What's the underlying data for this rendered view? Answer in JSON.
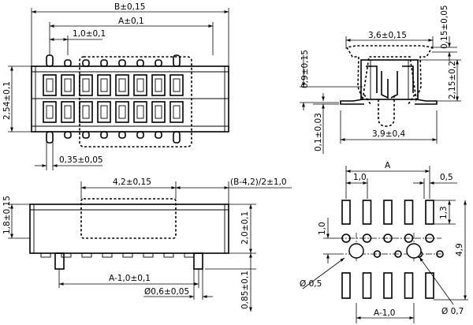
{
  "dimensions": {
    "b_width": "B±0,15",
    "a_width": "A±0,1",
    "pitch": "1,0±0,1",
    "height_254": "2,54±0,1",
    "pin_width": "0,35±0,05",
    "side_top_width": "3,6±0,15",
    "side_height_09": "0,9±0,15",
    "side_top_015": "0,15±0,05",
    "side_height_215": "2,15±0,2",
    "side_bottom_width": "3,9±0,4",
    "side_base_01": "0,1±0,03",
    "front_42": "4,2±0,15",
    "front_b42": "(B-4,2)/2±1,0",
    "front_18": "1,8±0,15",
    "front_20": "2,0±0,1",
    "front_a10": "A-1,0±0,1",
    "front_peg": "Ø0,6±0,05",
    "front_085": "0,85±0,1"
  },
  "footprint": {
    "a": "A",
    "pitch": "1,0",
    "pad_width": "0,5",
    "pad_length": "1,3",
    "row_spacing": "1,0",
    "total_height": "4,9",
    "hole_small": "Ø 0,5",
    "hole_large": "Ø 0,7",
    "a_minus": "A-1,0"
  }
}
